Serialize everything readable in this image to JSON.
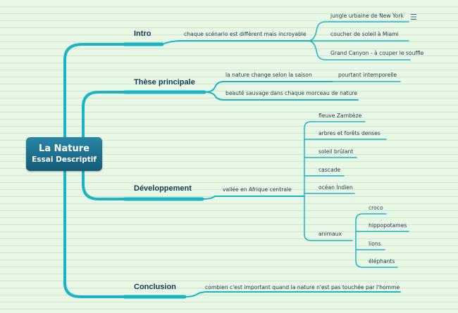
{
  "root": {
    "title": "La Nature",
    "subtitle": "Essai Descriptif"
  },
  "branches": {
    "intro": "Intro",
    "these": "Thèse principale",
    "developpement": "Développement",
    "conclusion": "Conclusion"
  },
  "intro": {
    "sub": "chaque scénario est différent mais incroyable",
    "items": [
      "jungle urbaine de New York",
      "coucher de soleil à Miami",
      "Grand Canyon - à couper le souffle"
    ]
  },
  "these": {
    "sub1": "la nature change selon la saison",
    "sub1_child": "pourtant intemporelle",
    "sub2": "beauté sauvage dans chaque morceau de nature"
  },
  "developpement": {
    "sub": "vallée en Afrique centrale",
    "items": [
      "fleuve Zambèze",
      "arbres et forêts denses",
      "soleil brûlant",
      "cascade",
      "océan Indien",
      "animaux"
    ],
    "animaux": [
      "croco",
      "hippopotames",
      "lions",
      "éléphants"
    ]
  },
  "conclusion": {
    "sub": "combien c'est important quand la nature n'est pas touchée par l'homme"
  },
  "icons": {
    "menu": "menu-icon"
  },
  "colors": {
    "link": "#19b5c4",
    "root_top": "#2a86a6",
    "root_bottom": "#145a78",
    "background": "#e9f7e6"
  }
}
